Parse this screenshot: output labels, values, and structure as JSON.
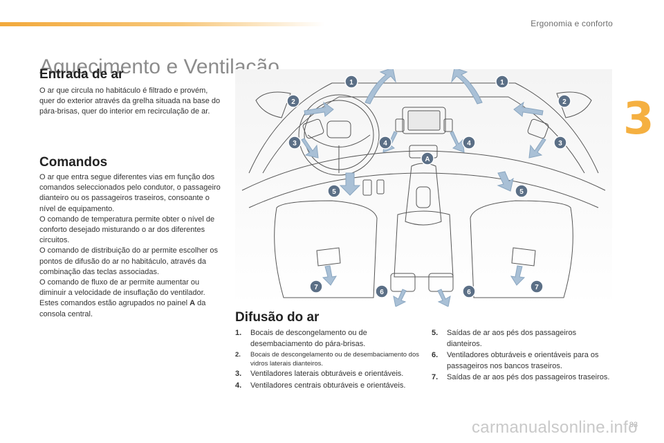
{
  "header": {
    "section": "Ergonomia e conforto",
    "chapter_number": "3"
  },
  "page_title": "Aquecimento e Ventilação",
  "air_intake": {
    "heading": "Entrada de ar",
    "text": "O ar que circula no habitáculo é filtrado e provém, quer do exterior através da grelha situada na base do pára-brisas, quer do interior em recirculação de ar."
  },
  "controls": {
    "heading": "Comandos",
    "paragraphs": [
      "O ar que entra segue diferentes vias em função dos comandos seleccionados pelo condutor, o passageiro dianteiro ou os passageiros traseiros, consoante o nível de equipamento.",
      "O comando de temperatura permite obter o nível de conforto desejado misturando o ar dos diferentes circuitos.",
      "O comando de distribuição do ar permite escolher os pontos de difusão do ar no habitáculo, através da combinação das teclas associadas.",
      "O comando de fluxo de ar permite aumentar ou diminuir a velocidade de insuflação do ventilador."
    ],
    "last_paragraph_prefix": "Estes comandos estão agrupados no painel ",
    "panel_letter": "A",
    "last_paragraph_suffix": " da consola central."
  },
  "air_distribution": {
    "heading": "Difusão do ar",
    "items": [
      {
        "num": "1.",
        "text": "Bocais de descongelamento ou de desembaciamento do pára-brisas."
      },
      {
        "num": "2.",
        "text": "Bocais de descongelamento ou de desembaciamento dos vidros laterais dianteiros."
      },
      {
        "num": "3.",
        "text": "Ventiladores laterais obturáveis e orientáveis."
      },
      {
        "num": "4.",
        "text": "Ventiladores centrais obturáveis e orientáveis."
      },
      {
        "num": "5.",
        "text": "Saídas de ar aos pés dos passageiros dianteiros."
      },
      {
        "num": "6.",
        "text": "Ventiladores obturáveis e orientáveis para os passageiros nos bancos traseiros."
      },
      {
        "num": "7.",
        "text": "Saídas de ar aos pés dos passageiros traseiros."
      }
    ]
  },
  "diagram_labels": [
    "1",
    "1",
    "2",
    "2",
    "3",
    "3",
    "4",
    "4",
    "5",
    "5",
    "6",
    "6",
    "7",
    "7",
    "A"
  ],
  "colors": {
    "accent": "#f5b041",
    "marker": "#5b6f86",
    "arrow": "#a9c0d6"
  },
  "page_number": "83",
  "watermark": "carmanualsonline.info"
}
